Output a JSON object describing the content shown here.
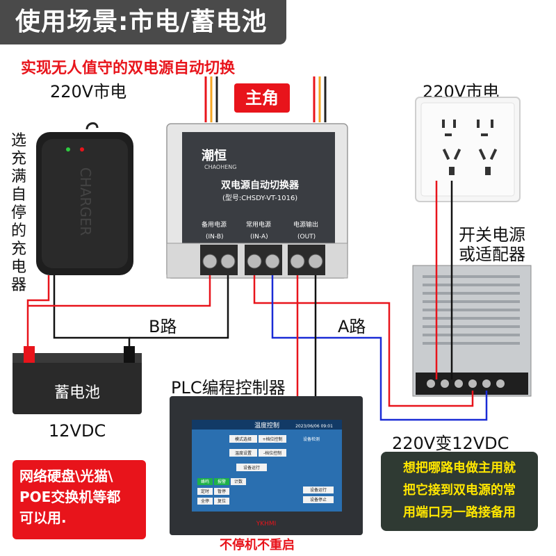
{
  "title": "使用场景:市电/蓄电池",
  "subtitle": "实现无人值守的双电源自动切换",
  "badge_main": "主角",
  "labels": {
    "mains_left": "220V市电",
    "mains_right": "220V市电",
    "charger_note": "选充满自停的充电器",
    "charger_brand": "CHARGER",
    "route_b": "B路",
    "route_a": "A路",
    "battery": "蓄电池",
    "battery_voltage": "12VDC",
    "plc": "PLC编程控制器",
    "psu_note_1": "开关电源",
    "psu_note_2": "或适配器",
    "conversion": "220V变12VDC",
    "bottom_note": "不停机不重启"
  },
  "switcher": {
    "brand": "潮恒",
    "brand_en": "CHAOHENG",
    "name": "双电源自动切换器",
    "model": "(型号:CHSDY-VT-1016)",
    "port_b": "备用电源",
    "port_b_code": "(IN-B)",
    "port_a": "常用电源",
    "port_a_code": "(IN-A)",
    "port_out": "电源输出",
    "port_out_code": "(OUT)"
  },
  "hmi": {
    "header": "温度控制",
    "date": "2023/06/06 09:01",
    "footer_brand": "YKHMI",
    "buttons": [
      "模式选择",
      "+档位控制",
      "温度设置",
      "-档位控制",
      "设备运行",
      "设备检测",
      "蜂鸣",
      "报警",
      "计数",
      "定时",
      "暂停",
      "全停",
      "复位",
      "设备运行",
      "设备停止"
    ]
  },
  "note_left": [
    "网络硬盘\\光猫\\",
    "POE交换机等都",
    "可以用."
  ],
  "note_right": [
    "想把哪路电做主用就",
    "把它接到双电源的常",
    "用端口另一路接备用"
  ],
  "colors": {
    "red": "#e8141b",
    "blue": "#1a2bd6",
    "black": "#111111",
    "yellow": "#ffe600"
  }
}
